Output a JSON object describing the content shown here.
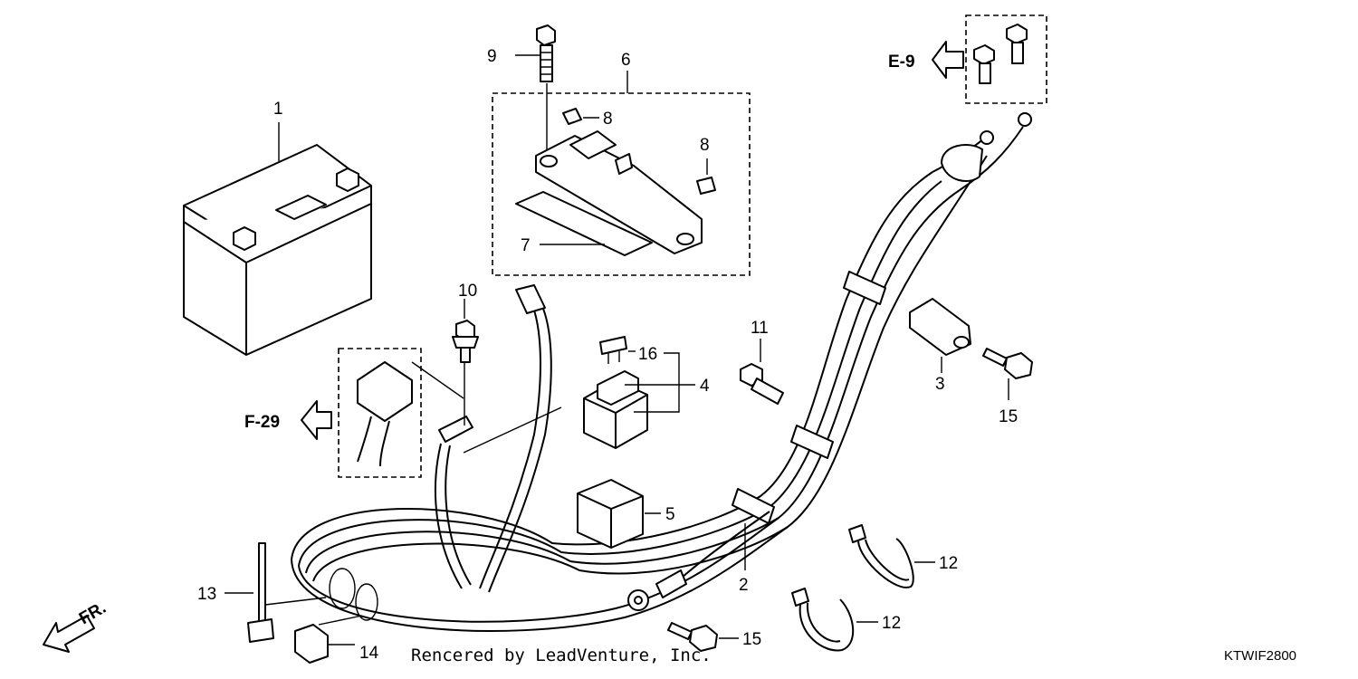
{
  "diagram": {
    "callouts": [
      {
        "id": "1",
        "text": "1"
      },
      {
        "id": "2",
        "text": "2"
      },
      {
        "id": "3",
        "text": "3"
      },
      {
        "id": "4",
        "text": "4"
      },
      {
        "id": "5",
        "text": "5"
      },
      {
        "id": "6",
        "text": "6"
      },
      {
        "id": "7",
        "text": "7"
      },
      {
        "id": "8a",
        "text": "8"
      },
      {
        "id": "8b",
        "text": "8"
      },
      {
        "id": "9",
        "text": "9"
      },
      {
        "id": "10",
        "text": "10"
      },
      {
        "id": "11",
        "text": "11"
      },
      {
        "id": "12a",
        "text": "12"
      },
      {
        "id": "12b",
        "text": "12"
      },
      {
        "id": "13",
        "text": "13"
      },
      {
        "id": "14",
        "text": "14"
      },
      {
        "id": "15a",
        "text": "15"
      },
      {
        "id": "15b",
        "text": "15"
      },
      {
        "id": "16",
        "text": "16"
      }
    ],
    "references": {
      "e9": "E-9",
      "f29": "F-29",
      "front": "FR."
    },
    "credit": "Rencered by LeadVenture, Inc.",
    "diagram_code": "KTWIF2800"
  }
}
